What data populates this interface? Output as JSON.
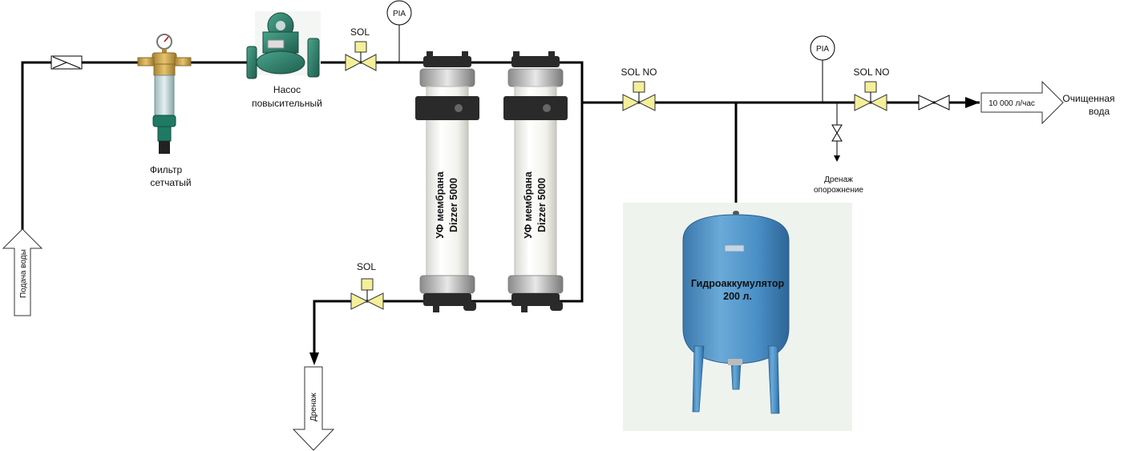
{
  "labels": {
    "inlet": "Подача воды",
    "filter_line1": "Фильтр",
    "filter_line2": "сетчатый",
    "pump_line1": "Насос",
    "pump_line2": "повысительный",
    "sol_top": "SOL",
    "pia_top": "PIA",
    "sol_bottom": "SOL",
    "membrane1_line1": "УФ мембрана",
    "membrane1_line2": "Dizzer 5000",
    "membrane2_line1": "УФ мембрана",
    "membrane2_line2": "Dizzer 5000",
    "sol_no_left": "SOL NO",
    "pia_right": "PIA",
    "sol_no_right": "SOL NO",
    "drain_empty_line1": "Дренаж",
    "drain_empty_line2": "опорожнение",
    "flow_rate": "10 000 л/час",
    "outlet_line1": "Очищенная",
    "outlet_line2": "вода",
    "drain": "Дренаж",
    "tank_line1": "Гидроаккумулятор",
    "tank_line2": "200 л."
  },
  "colors": {
    "pipe": "#000000",
    "valve_fill": "#f4ef9a",
    "pump_green": "#2e7d6b",
    "tank_blue": "#4a90c6",
    "tank_panel_bg": "#eef3ee",
    "filter_brass": "#c9a24a"
  },
  "icons": {
    "check_valve": "check-valve-icon",
    "filter": "mesh-filter-icon",
    "pump": "booster-pump-icon",
    "solenoid_valve": "solenoid-valve-icon",
    "pressure_gauge": "pia-gauge-icon",
    "membrane": "uf-membrane-icon",
    "tank": "pressure-tank-icon",
    "ball_valve": "ball-valve-icon",
    "drain_valve": "drain-valve-icon"
  }
}
